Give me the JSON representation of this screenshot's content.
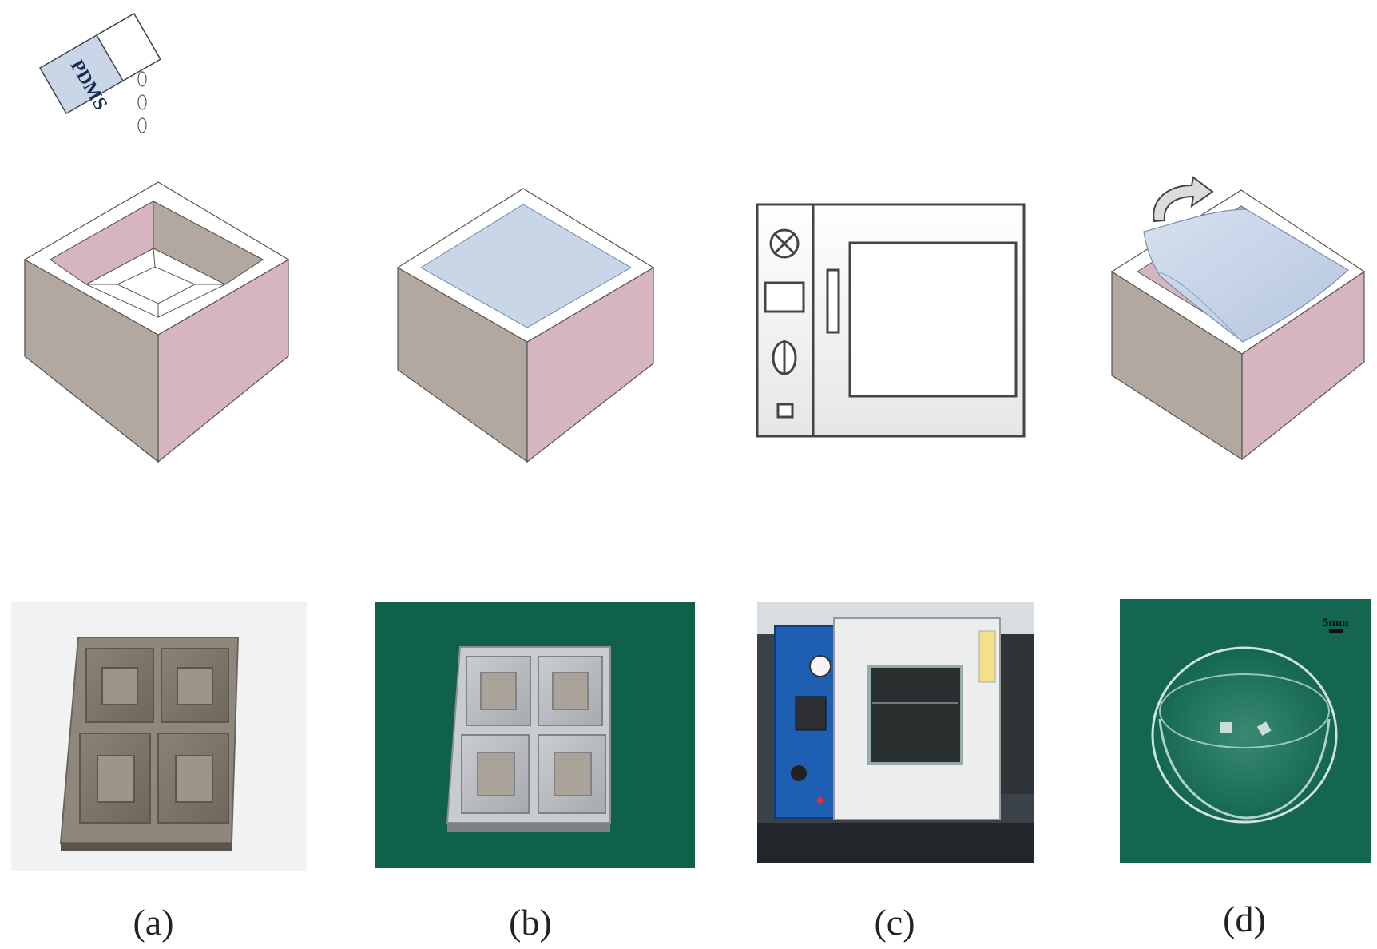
{
  "bottle": {
    "label": "PDMS"
  },
  "scale_bar": {
    "label": "5mm"
  },
  "panels": [
    {
      "id": "a",
      "label": "(a)"
    },
    {
      "id": "b",
      "label": "(b)"
    },
    {
      "id": "c",
      "label": "(c)"
    },
    {
      "id": "d",
      "label": "(d)"
    }
  ],
  "colors": {
    "mold_left": "#b3a89f",
    "mold_right": "#d6b4c0",
    "pdms_fill": "#c8d6e8",
    "photo_green": "#0f6149",
    "photo_light": "#f1f2f4"
  }
}
